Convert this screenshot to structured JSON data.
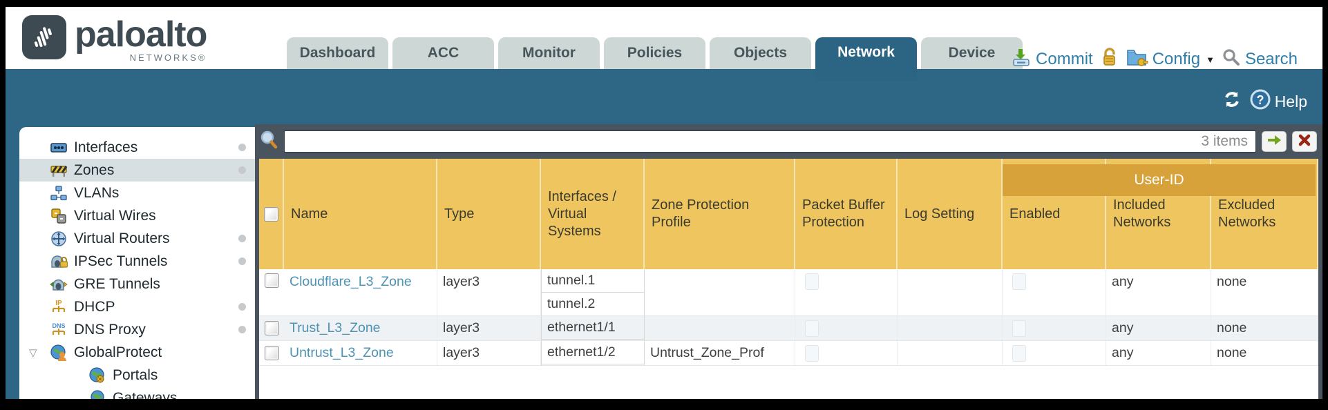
{
  "brand": {
    "name": "paloalto",
    "sub": "NETWORKS®"
  },
  "nav": {
    "tabs": [
      {
        "label": "Dashboard",
        "active": false
      },
      {
        "label": "ACC",
        "active": false
      },
      {
        "label": "Monitor",
        "active": false
      },
      {
        "label": "Policies",
        "active": false
      },
      {
        "label": "Objects",
        "active": false
      },
      {
        "label": "Network",
        "active": true
      },
      {
        "label": "Device",
        "active": false
      }
    ]
  },
  "toolbar": {
    "commit_label": "Commit",
    "config_label": "Config",
    "search_label": "Search"
  },
  "band": {
    "help_label": "Help"
  },
  "filter": {
    "value": "",
    "items_count": "3 items"
  },
  "icons": {
    "commit": "commit-icon",
    "lock": "lock-icon",
    "config": "config-folder-key-icon",
    "search": "search-icon",
    "refresh": "refresh-icon",
    "help": "help-icon",
    "magnifier": "magnifier-icon",
    "apply_filter": "green-arrow-icon",
    "clear_filter": "red-x-icon"
  },
  "sidebar": {
    "items": [
      {
        "label": "Interfaces",
        "icon": "interfaces-icon",
        "dot": true,
        "selected": false
      },
      {
        "label": "Zones",
        "icon": "zones-icon",
        "dot": true,
        "selected": true
      },
      {
        "label": "VLANs",
        "icon": "vlans-icon",
        "dot": false,
        "selected": false
      },
      {
        "label": "Virtual Wires",
        "icon": "virtual-wires-icon",
        "dot": false,
        "selected": false
      },
      {
        "label": "Virtual Routers",
        "icon": "virtual-routers-icon",
        "dot": true,
        "selected": false
      },
      {
        "label": "IPSec Tunnels",
        "icon": "ipsec-tunnels-icon",
        "dot": true,
        "selected": false
      },
      {
        "label": "GRE Tunnels",
        "icon": "gre-tunnels-icon",
        "dot": false,
        "selected": false
      },
      {
        "label": "DHCP",
        "icon": "dhcp-icon",
        "dot": true,
        "selected": false
      },
      {
        "label": "DNS Proxy",
        "icon": "dns-proxy-icon",
        "dot": true,
        "selected": false
      },
      {
        "label": "GlobalProtect",
        "icon": "globalprotect-icon",
        "dot": false,
        "selected": false,
        "expanded": true
      },
      {
        "label": "Portals",
        "icon": "portals-icon",
        "dot": false,
        "selected": false,
        "child": true
      },
      {
        "label": "Gateways",
        "icon": "gateways-icon",
        "dot": false,
        "selected": false,
        "child": true
      }
    ]
  },
  "table": {
    "group_header": "User-ID",
    "columns": [
      "Name",
      "Type",
      "Interfaces / Virtual Systems",
      "Zone Protection Profile",
      "Packet Buffer Protection",
      "Log Setting",
      "Enabled",
      "Included Networks",
      "Excluded Networks"
    ],
    "rows": [
      {
        "name": "Cloudflare_L3_Zone",
        "type": "layer3",
        "interfaces": [
          "tunnel.1",
          "tunnel.2"
        ],
        "zone_protection_profile": "",
        "packet_buffer_protection": false,
        "log_setting": "",
        "enabled": false,
        "included_networks": "any",
        "excluded_networks": "none"
      },
      {
        "name": "Trust_L3_Zone",
        "type": "layer3",
        "interfaces": [
          "ethernet1/1"
        ],
        "zone_protection_profile": "",
        "packet_buffer_protection": false,
        "log_setting": "",
        "enabled": false,
        "included_networks": "any",
        "excluded_networks": "none"
      },
      {
        "name": "Untrust_L3_Zone",
        "type": "layer3",
        "interfaces": [
          "ethernet1/2"
        ],
        "zone_protection_profile": "Untrust_Zone_Prof",
        "packet_buffer_protection": false,
        "log_setting": "",
        "enabled": false,
        "included_networks": "any",
        "excluded_networks": "none"
      }
    ]
  }
}
